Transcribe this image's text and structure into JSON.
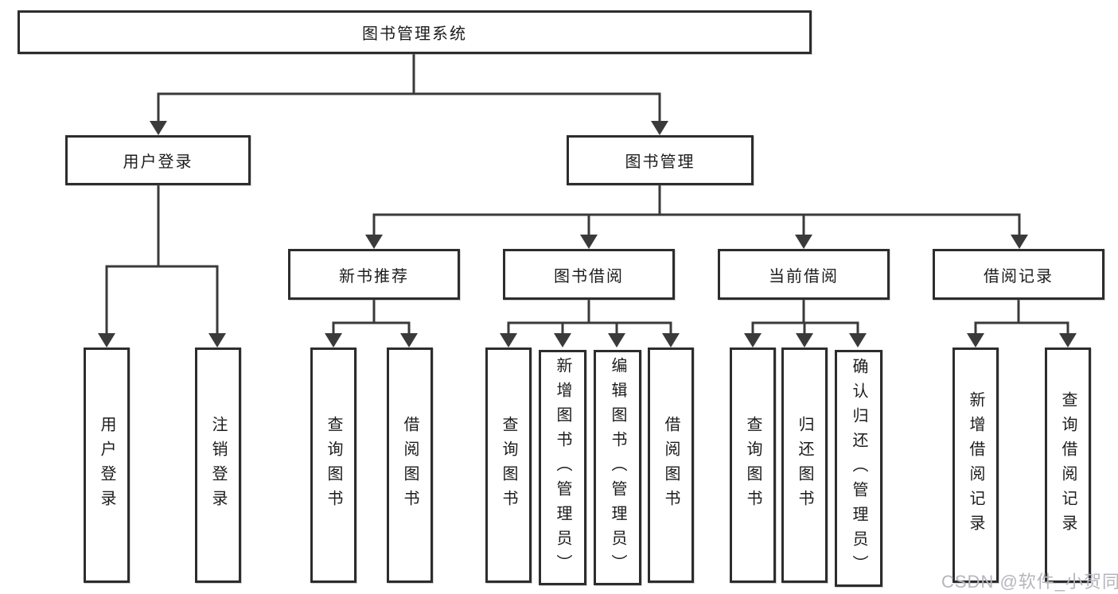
{
  "root": {
    "label": "图书管理系统"
  },
  "level2": {
    "user_login": {
      "label": "用户登录"
    },
    "book_management": {
      "label": "图书管理"
    }
  },
  "level3": {
    "new_book_recommend": {
      "label": "新书推荐"
    },
    "book_borrowing": {
      "label": "图书借阅"
    },
    "current_borrowing": {
      "label": "当前借阅"
    },
    "borrowing_records": {
      "label": "借阅记录"
    }
  },
  "leaves": {
    "user_login_action": {
      "label": "用户登录"
    },
    "logout_action": {
      "label": "注销登录"
    },
    "recommend_query_books": {
      "label": "查询图书"
    },
    "recommend_borrow_books": {
      "label": "借阅图书"
    },
    "borrowing_query_books": {
      "label": "查询图书"
    },
    "borrowing_add_books_admin": {
      "label": "新增图书（管理员）"
    },
    "borrowing_edit_books_admin": {
      "label": "编辑图书（管理员）"
    },
    "borrowing_borrow_books": {
      "label": "借阅图书"
    },
    "current_query_books": {
      "label": "查询图书"
    },
    "current_return_books": {
      "label": "归还图书"
    },
    "current_confirm_return_admin": {
      "label": "确认归还（管理员）"
    },
    "records_add_record": {
      "label": "新增借阅记录"
    },
    "records_query_record": {
      "label": "查询借阅记录"
    }
  },
  "watermark": {
    "text": "CSDN @软件_小贺同学"
  },
  "colors": {
    "line": "#3a3a3a",
    "border": "#2d2d2d",
    "background": "#ffffff",
    "watermark": "#b5b5bd"
  }
}
